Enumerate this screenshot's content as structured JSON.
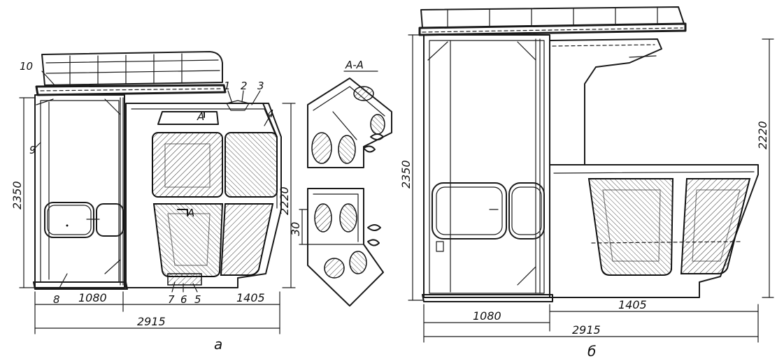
{
  "left_view": {
    "part_numbers": [
      "1",
      "2",
      "3",
      "4",
      "5",
      "6",
      "7",
      "8",
      "9",
      "10"
    ],
    "dimensions": {
      "width_left": "1080",
      "width_right": "1405",
      "total_width": "2915",
      "height": "2350",
      "height_right": "2220"
    },
    "section_marks": [
      "А",
      "А"
    ],
    "caption": "а"
  },
  "section_view": {
    "title": "А-А",
    "dimension": "30"
  },
  "right_view": {
    "dimensions": {
      "width_left": "1080",
      "width_right": "1405",
      "total_width": "2915",
      "height": "2350",
      "height_right": "2220"
    },
    "caption": "б"
  }
}
